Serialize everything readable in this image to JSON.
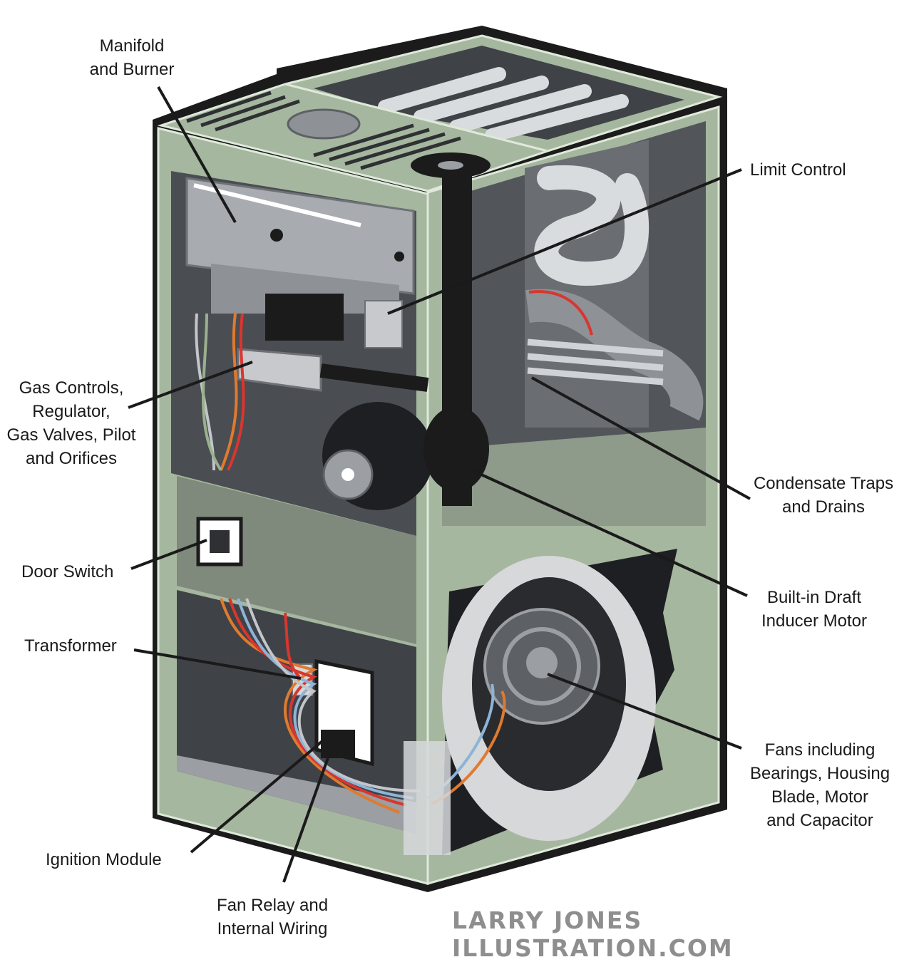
{
  "labels": {
    "manifold": "Manifold\nand Burner",
    "limit_control": "Limit Control",
    "gas_controls": "Gas Controls,\nRegulator,\nGas Valves, Pilot\nand Orifices",
    "condensate": "Condensate Traps\nand Drains",
    "door_switch": "Door Switch",
    "draft_inducer": "Built-in Draft\nInducer Motor",
    "transformer": "Transformer",
    "fans": "Fans including\nBearings, Housing\nBlade,  Motor\nand Capacitor",
    "ignition": "Ignition Module",
    "fan_relay": "Fan Relay and\nInternal Wiring"
  },
  "credit": "LARRY JONES ILLUSTRATION.COM",
  "colors": {
    "frame": "#a6b79f",
    "outline": "#1b1b1b",
    "interior": "#4a4d52",
    "panel": "#7f8a7c",
    "metal": "#9b9ea3",
    "wire_orange": "#e07a2e",
    "wire_red": "#d8362e",
    "wire_blue": "#8db4d8"
  }
}
